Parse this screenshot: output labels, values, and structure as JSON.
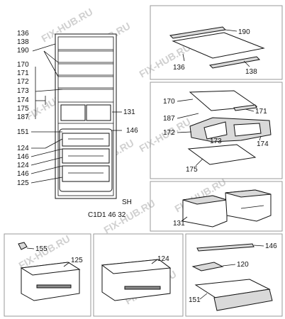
{
  "watermark": "FIX-HUB.RU",
  "main_view": {
    "left_labels": [
      "136",
      "138",
      "190",
      "170",
      "171",
      "172",
      "173",
      "174",
      "175",
      "187",
      "151",
      "124",
      "146",
      "124",
      "146",
      "125"
    ],
    "label_131": "131",
    "label_146": "146",
    "model_code": "SH",
    "part_number": "C1D1 46 32"
  },
  "panel_shelf": {
    "labels": [
      "190",
      "136",
      "138"
    ]
  },
  "panel_crisper_cover": {
    "labels": [
      "170",
      "187",
      "171",
      "172",
      "173",
      "174",
      "175"
    ]
  },
  "panel_boxes": {
    "labels": [
      "131"
    ]
  },
  "panel_drawer_125": {
    "labels": [
      "155",
      "125"
    ]
  },
  "panel_drawer_124": {
    "labels": [
      "124"
    ]
  },
  "panel_drawer_151": {
    "labels": [
      "146",
      "120",
      "151"
    ]
  }
}
